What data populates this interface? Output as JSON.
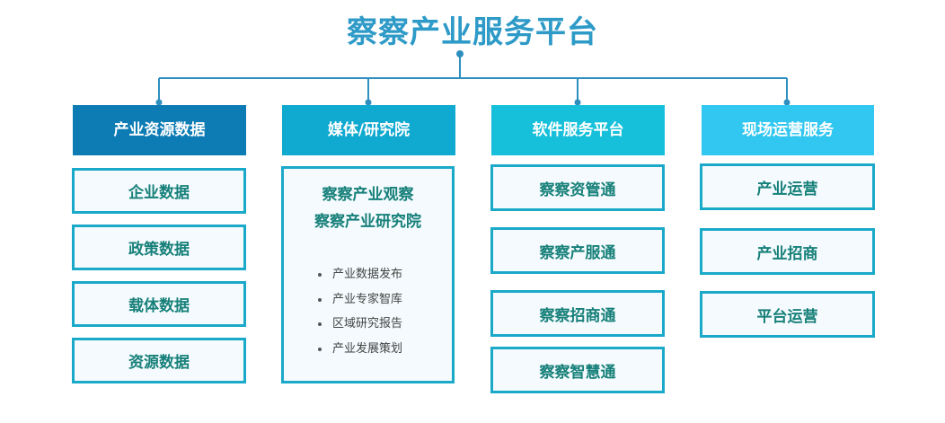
{
  "title": "察察产业服务平台",
  "colors": {
    "title": "#2e9ac7",
    "connector": "#2e8fbf",
    "box_border": "#1ba9c9",
    "box_text": "#17807a",
    "header_1": "#0d7cb4",
    "header_2": "#10a9cf",
    "header_3": "#16c0da",
    "header_4": "#32c7f1"
  },
  "columns": [
    {
      "header": "产业资源数据",
      "items": [
        "企业数据",
        "政策数据",
        "载体数据",
        "资源数据"
      ]
    },
    {
      "header": "媒体/研究院",
      "titles": [
        "察察产业观察",
        "察察产业研究院"
      ],
      "bullets": [
        "产业数据发布",
        "产业专家智库",
        "区域研究报告",
        "产业发展策划"
      ]
    },
    {
      "header": "软件服务平台",
      "items": [
        "察察资管通",
        "察察产服通",
        "察察招商通",
        "察察智慧通"
      ]
    },
    {
      "header": "现场运营服务",
      "items": [
        "产业运营",
        "产业招商",
        "平台运营"
      ]
    }
  ]
}
